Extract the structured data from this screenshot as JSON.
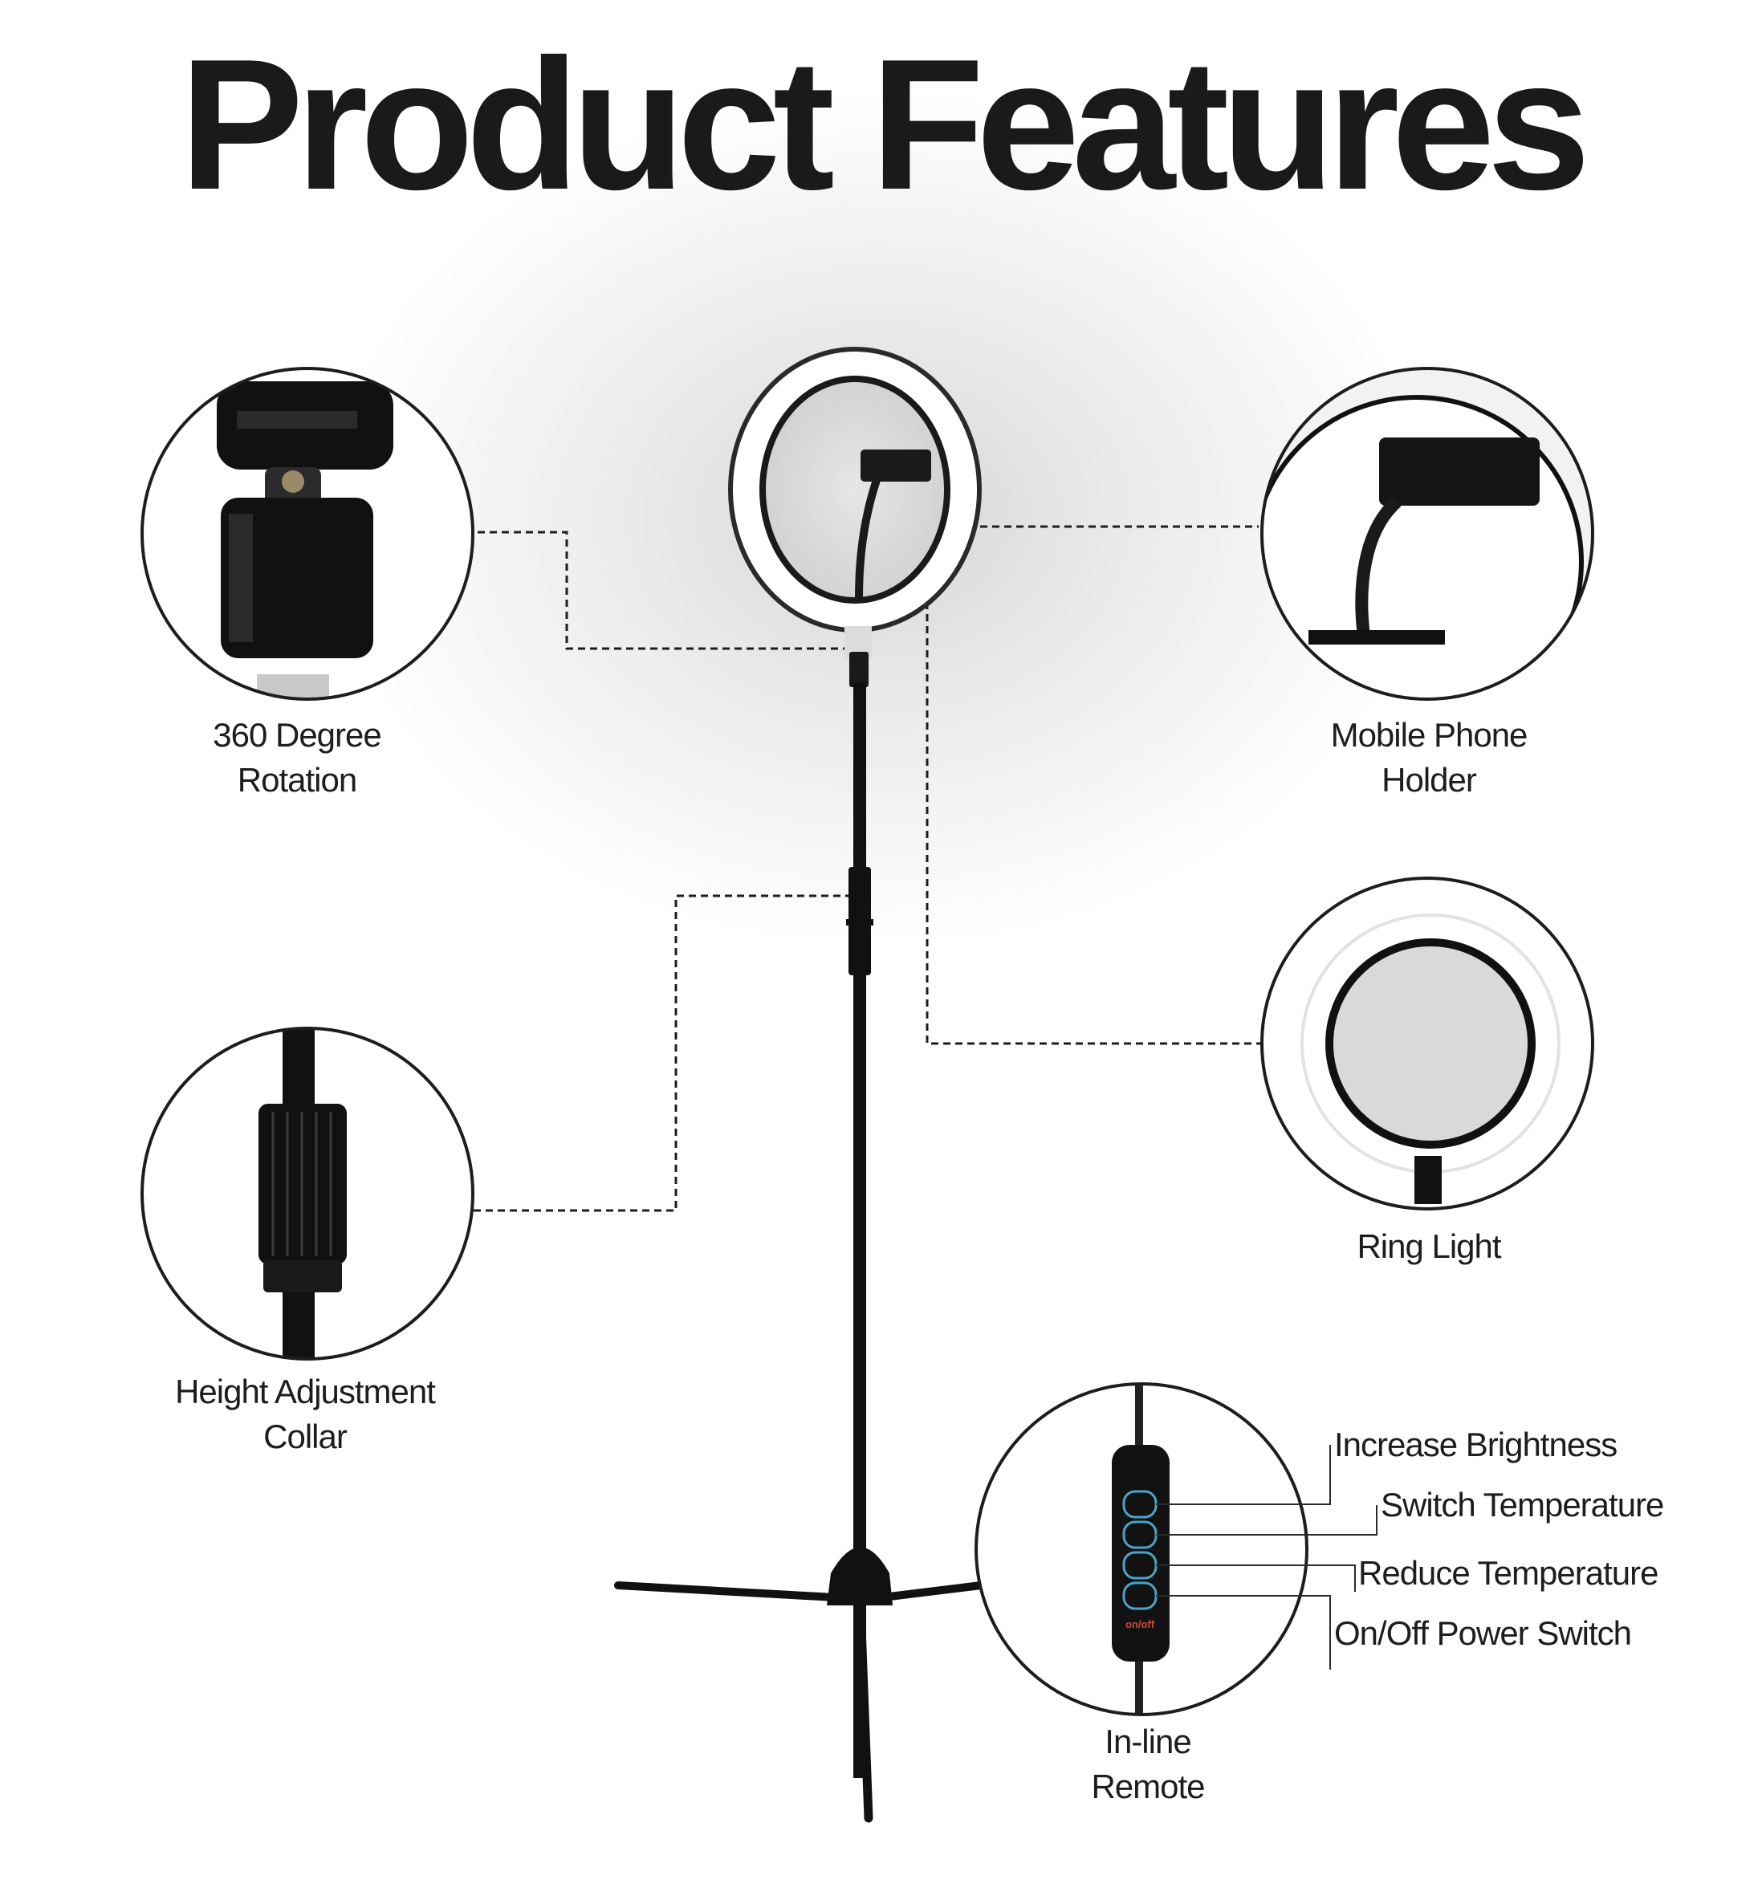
{
  "heading": "Product Features",
  "features": {
    "rotation": {
      "line1": "360 Degree",
      "line2": "Rotation"
    },
    "phone_holder": {
      "line1": "Mobile Phone",
      "line2": "Holder"
    },
    "height_collar": {
      "line1": "Height Adjustment",
      "line2": "Collar"
    },
    "ring_light": {
      "line1": "Ring Light"
    },
    "remote": {
      "line1": "In-line",
      "line2": "Remote"
    }
  },
  "remote_buttons": {
    "increase_brightness": "Increase Brightness",
    "switch_temperature": "Switch Temperature",
    "reduce_temperature": "Reduce Temperature",
    "power_switch": "On/Off Power Switch",
    "power_button_text": "on/off"
  }
}
